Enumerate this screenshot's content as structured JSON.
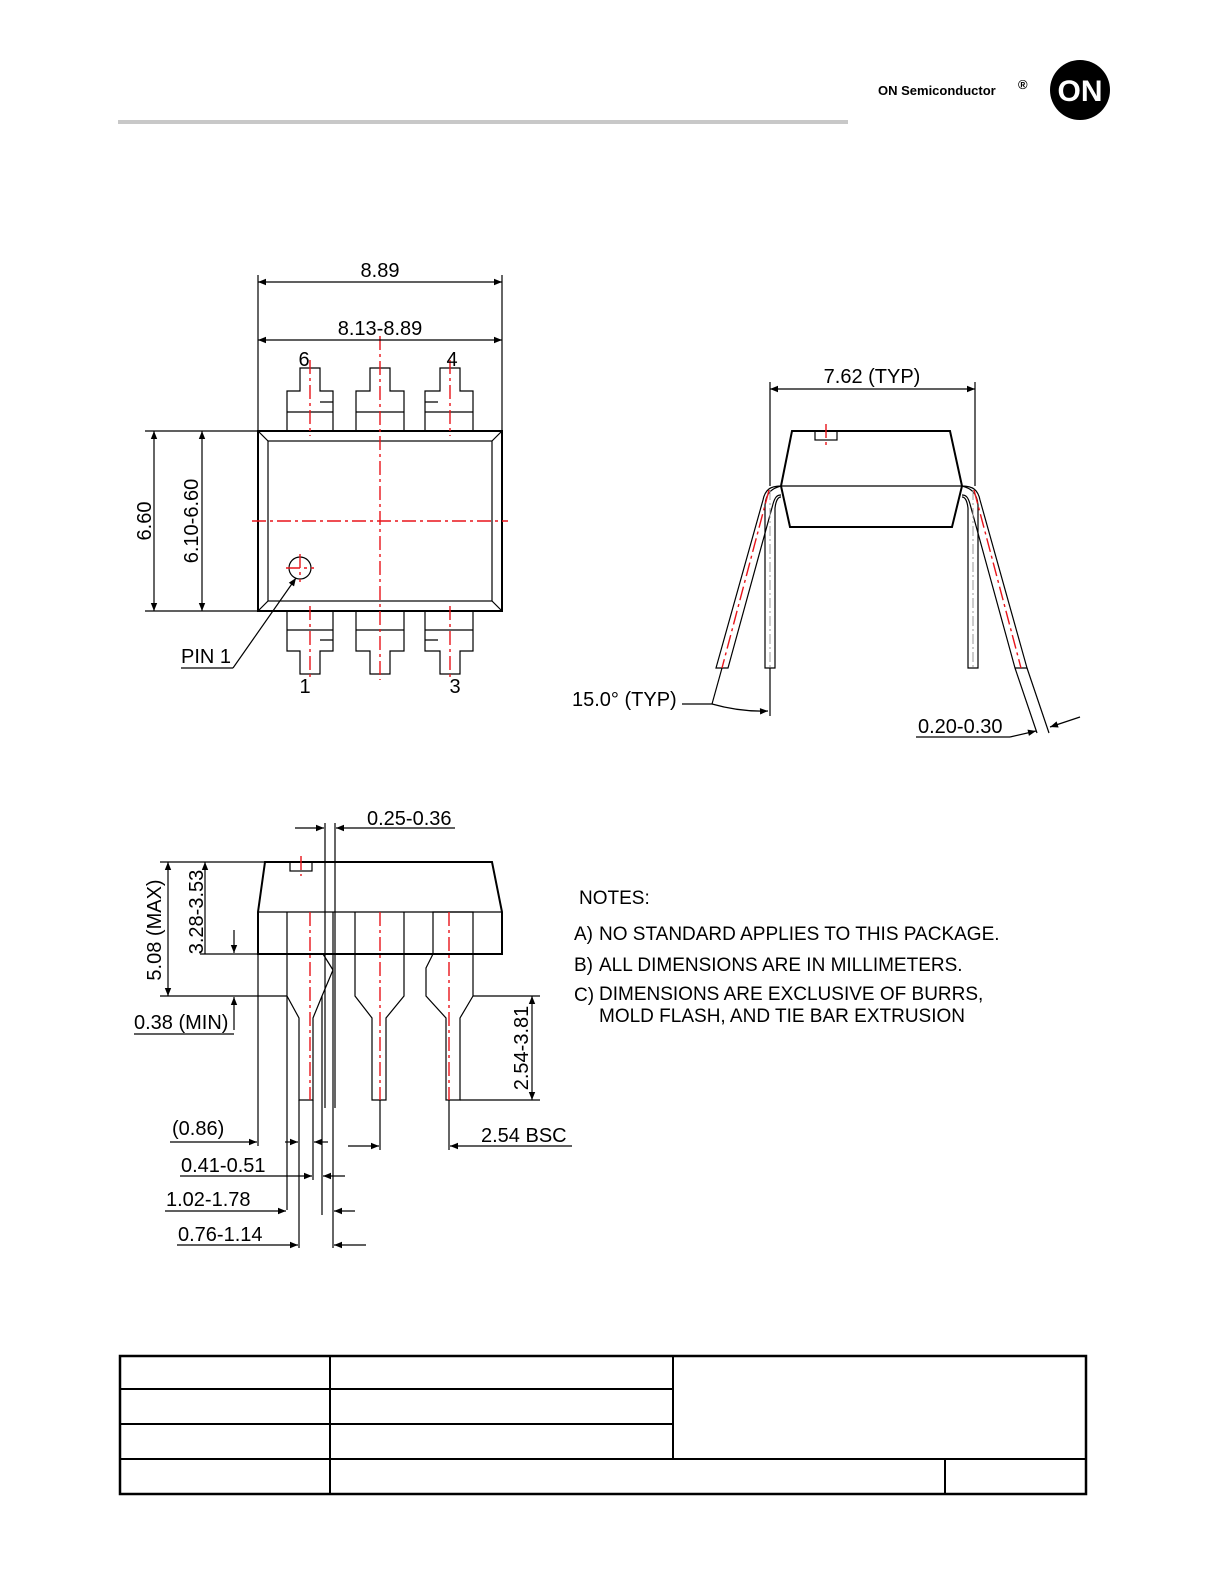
{
  "header": {
    "company": "ON Semiconductor",
    "registered_mark": "®",
    "logo_text": "ON",
    "rule_color": "#c8c8c8"
  },
  "top_view": {
    "dim_overall_length": "8.89",
    "dim_body_length": "8.13-8.89",
    "dim_overall_width": "6.60",
    "dim_body_width": "6.10-6.60",
    "pin_labels": [
      "6",
      "4",
      "1",
      "3"
    ],
    "pin1_label": "PIN 1"
  },
  "end_view": {
    "dim_lead_spacing": "7.62 (TYP)",
    "dim_angle": "15.0° (TYP)",
    "dim_lead_thickness": "0.20-0.30"
  },
  "side_view": {
    "dim_lead_thk": "0.25-0.36",
    "dim_height_max": "5.08 (MAX)",
    "dim_body_height": "3.28-3.53",
    "dim_standoff": "0.38 (MIN)",
    "dim_lead_length": "2.54-3.81",
    "dim_end": "(0.86)",
    "dim_lead_width": "0.41-0.51",
    "dim_shoulder": "1.02-1.78",
    "dim_shoulder_width": "0.76-1.14",
    "dim_pitch": "2.54 BSC"
  },
  "notes": {
    "title": "NOTES:",
    "items": [
      {
        "letter": "A)",
        "lines": [
          "NO STANDARD APPLIES TO THIS PACKAGE."
        ]
      },
      {
        "letter": "B)",
        "lines": [
          "ALL DIMENSIONS ARE IN MILLIMETERS."
        ]
      },
      {
        "letter": "C)",
        "lines": [
          "DIMENSIONS ARE EXCLUSIVE OF BURRS,",
          "MOLD FLASH, AND TIE BAR EXTRUSION"
        ]
      }
    ]
  },
  "colors": {
    "centerline": "#e8141a",
    "line": "#000000"
  }
}
